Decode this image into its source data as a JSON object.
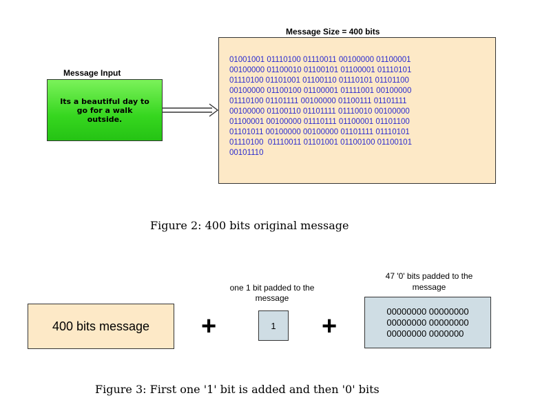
{
  "figure2": {
    "input_label": "Message Input",
    "input_text": "Its a beautiful day to go for a walk outside.",
    "size_label": "Message Size = 400 bits",
    "bits": "01001001 01110100 01110011 00100000 01100001\n00100000 01100010 01100101 01100001 01110101\n01110100 01101001 01100110 01110101 01101100\n00100000 01100100 01100001 01111001 00100000\n01110100 01101111 00100000 01100111 01101111\n00100000 01100110 01101111 01110010 00100000\n01100001 00100000 01110111 01100001 01101100\n01101011 00100000 00100000 01101111 01110101\n01110100  01110011 01101001 01100100 01100101\n00101110",
    "caption": "Figure 2: 400 bits original message"
  },
  "figure3": {
    "message_box": "400 bits message",
    "plus": "+",
    "one_label": "one 1 bit  padded to the message",
    "one_value": "1",
    "zero_label": "47 '0' bits padded to the message",
    "zero_bits": "00000000 00000000\n00000000 00000000\n00000000 0000000",
    "caption": "Figure 3: First one '1' bit is added and then '0' bits"
  }
}
